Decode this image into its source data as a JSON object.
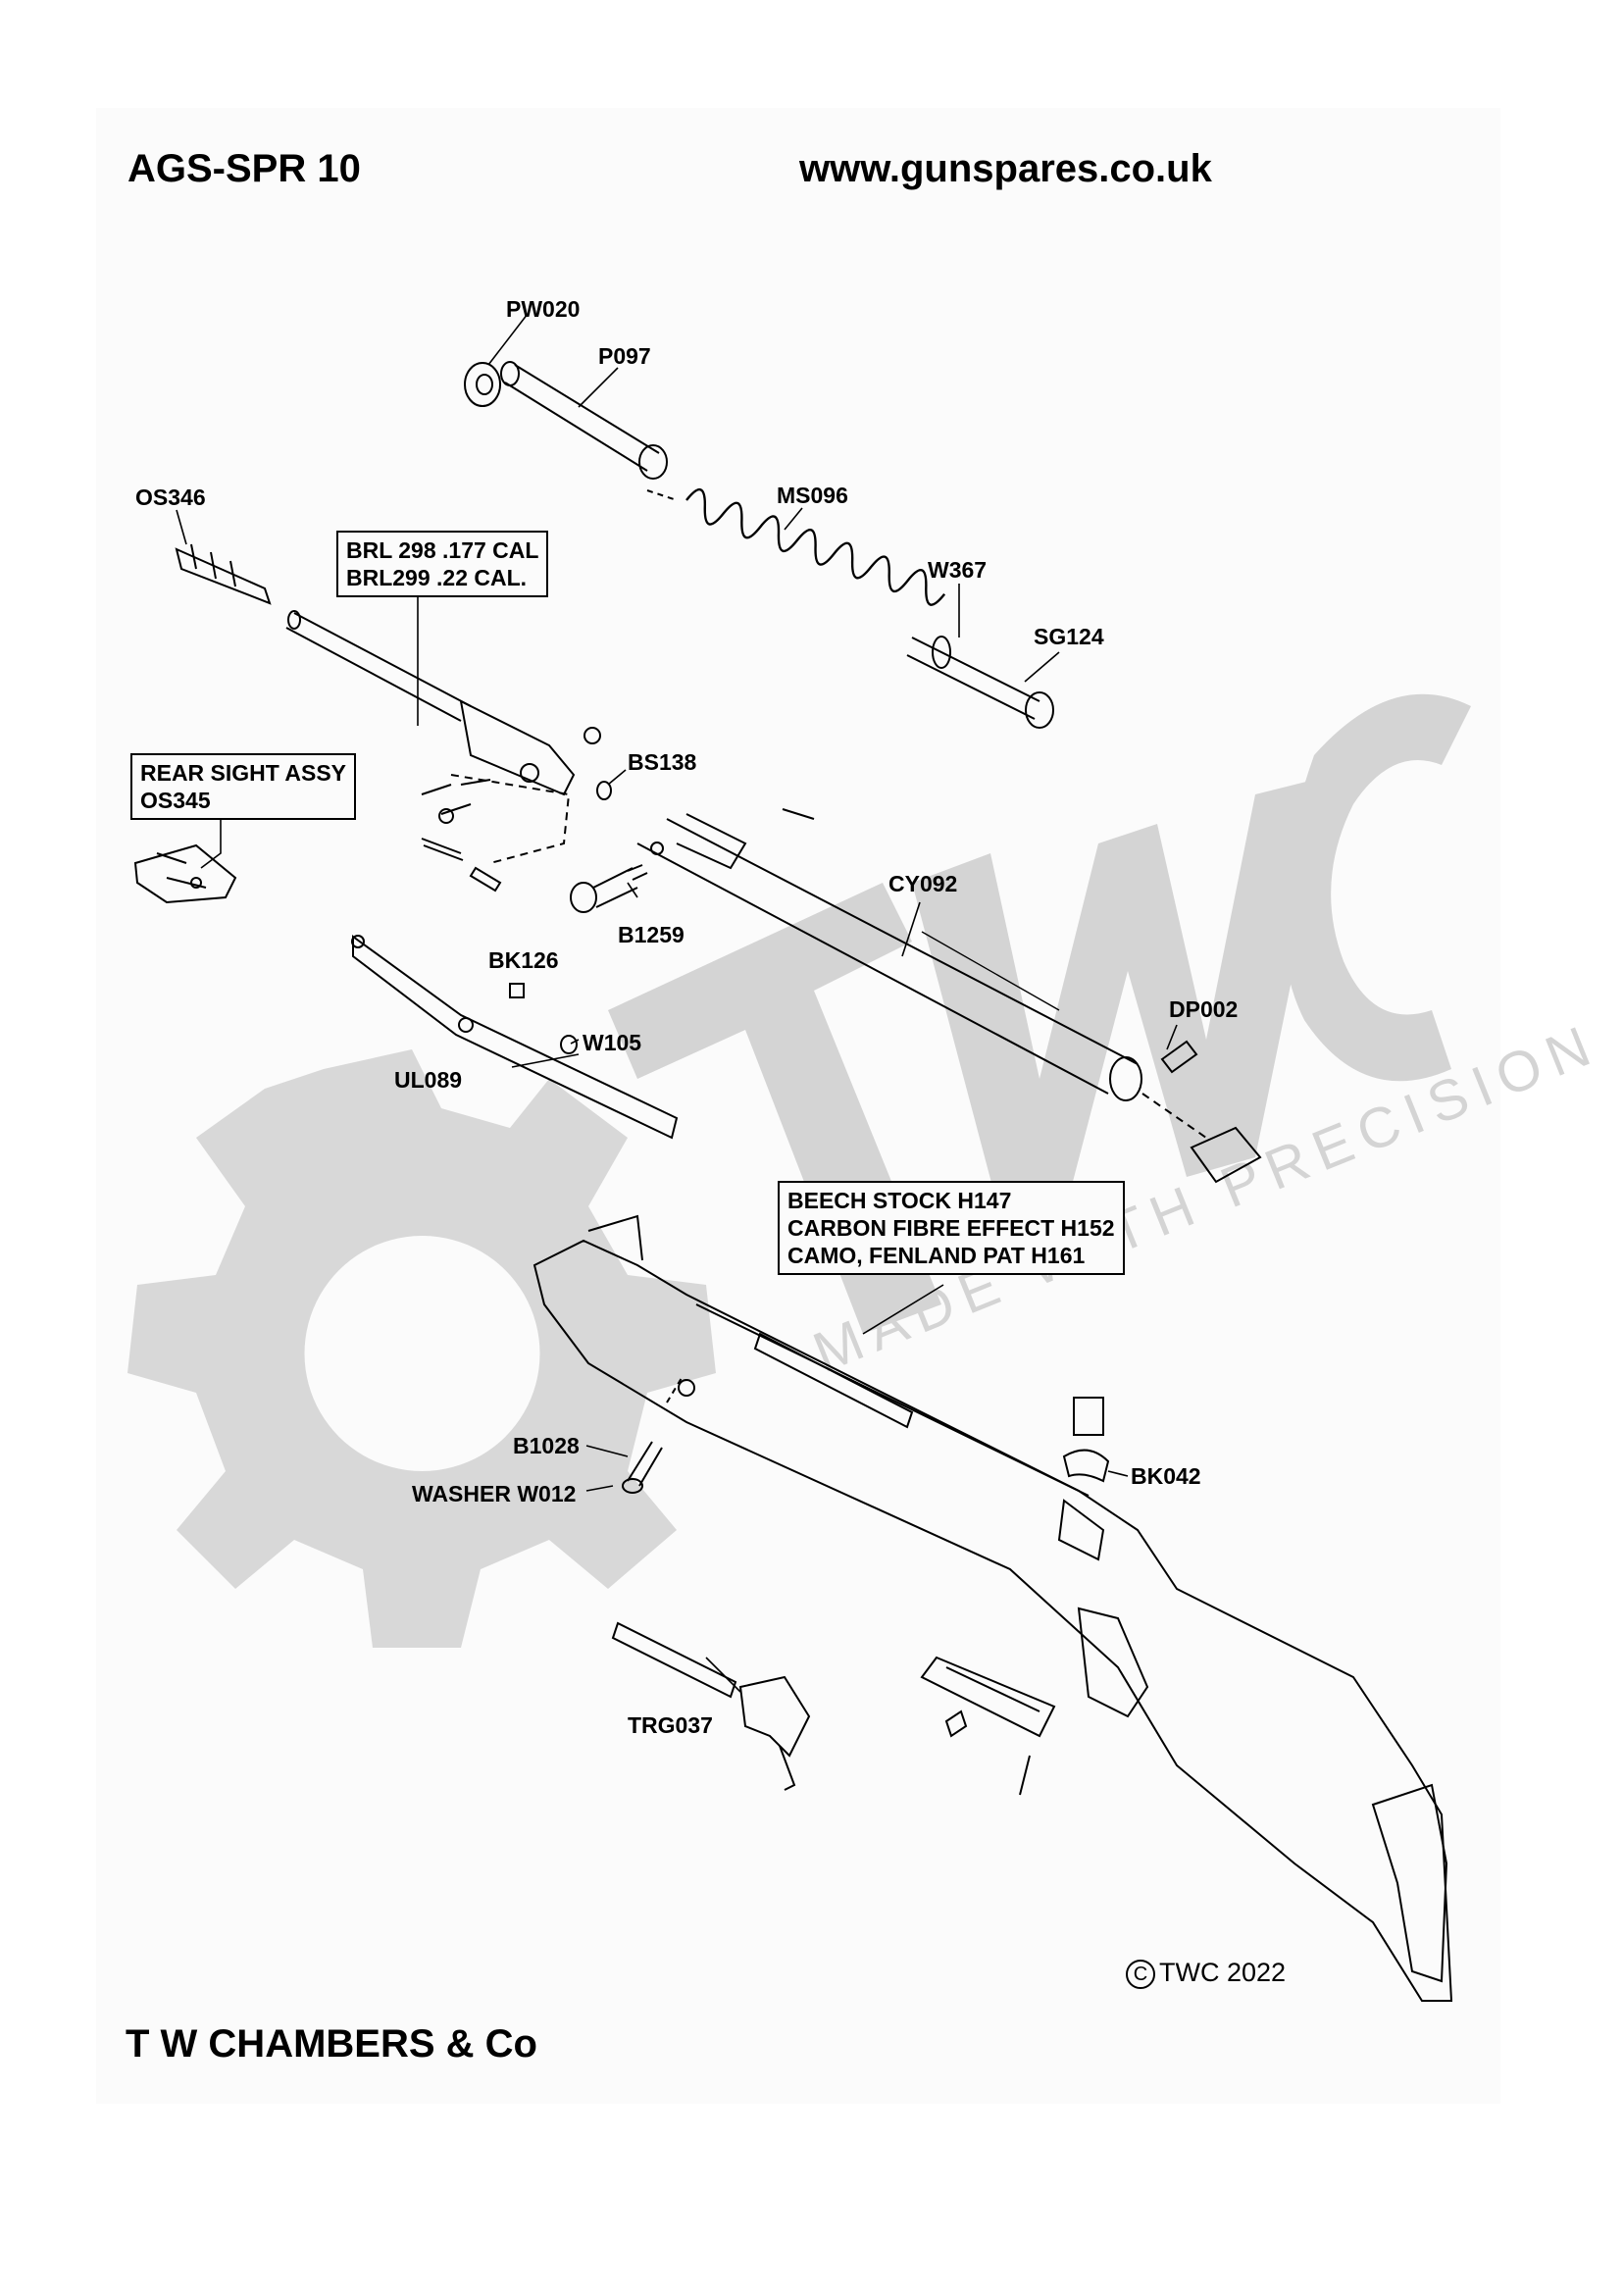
{
  "header": {
    "model": "AGS-SPR 10",
    "website": "www.gunspares.co.uk"
  },
  "footer": {
    "company": "T W CHAMBERS & Co",
    "copyright_symbol": "C",
    "copyright": "TWC 2022"
  },
  "watermark": {
    "logo_text": "TWC",
    "tagline": "MADE WITH PRECISION",
    "color": "#d0d0d0"
  },
  "parts": {
    "pw020": "PW020",
    "p097": "P097",
    "os346": "OS346",
    "ms096": "MS096",
    "w367": "W367",
    "sg124": "SG124",
    "bs138": "BS138",
    "cy092": "CY092",
    "b1259": "B1259",
    "bk126": "BK126",
    "dp002": "DP002",
    "w105": "W105",
    "ul089": "UL089",
    "b1028": "B1028",
    "washer_w012": "WASHER W012",
    "bk042": "BK042",
    "trg037": "TRG037"
  },
  "callouts": {
    "barrel": [
      "BRL 298 .177 CAL",
      "BRL299 .22 CAL."
    ],
    "rear_sight": [
      "REAR SIGHT ASSY",
      "OS345"
    ],
    "stock": [
      "BEECH STOCK H147",
      "CARBON FIBRE EFFECT H152",
      "CAMO, FENLAND PAT H161"
    ]
  }
}
